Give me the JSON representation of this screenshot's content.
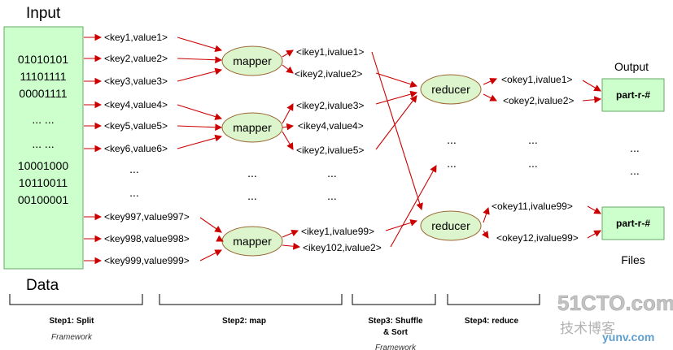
{
  "labels": {
    "input": "Input",
    "data": "Data",
    "output": "Output",
    "files": "Files"
  },
  "input_bits": [
    "01010101",
    "11101111",
    "00001111",
    "... ...",
    "... ...",
    "10001000",
    "10110011",
    "00100001"
  ],
  "input_pairs": [
    "<key1,value1>",
    "<key2,value2>",
    "<key3,value3>",
    "<key4,value4>",
    "<key5,value5>",
    "<key6,value6>",
    "<key997,value997>",
    "<key998,value998>",
    "<key999,value999>"
  ],
  "mapper_label": "mapper",
  "reducer_label": "reducer",
  "intermediate_pairs": [
    "<ikey1,ivalue1>",
    "<ikey2,ivalue2>",
    "<ikey2,ivalue3>",
    "<ikey4,value4>",
    "<ikey2,ivalue5>",
    "<ikey1,ivalue99>",
    "<ikey102,ivalue2>"
  ],
  "output_pairs": [
    "<okey1,ivalue1>",
    "<okey2,ivalue2>",
    "<okey11,ivalue99>",
    "<okey12,ivalue99>"
  ],
  "output_file_label": "part-r-#",
  "ellipsis": "...",
  "steps": [
    {
      "label": "Step1: Split",
      "sub": "Framework"
    },
    {
      "label": "Step2: map",
      "sub": ""
    },
    {
      "label": "Step3: Shuffle",
      "label2": "& Sort",
      "sub": "Framework"
    },
    {
      "label": "Step4: reduce",
      "sub": ""
    }
  ],
  "watermark": "51CTO.com 技术博客 yunv.com",
  "colors": {
    "arrow": "#cc0000",
    "box_fill": "#ccffcc",
    "box_border": "#66aa66",
    "node_fill": "#ddf5cc"
  }
}
